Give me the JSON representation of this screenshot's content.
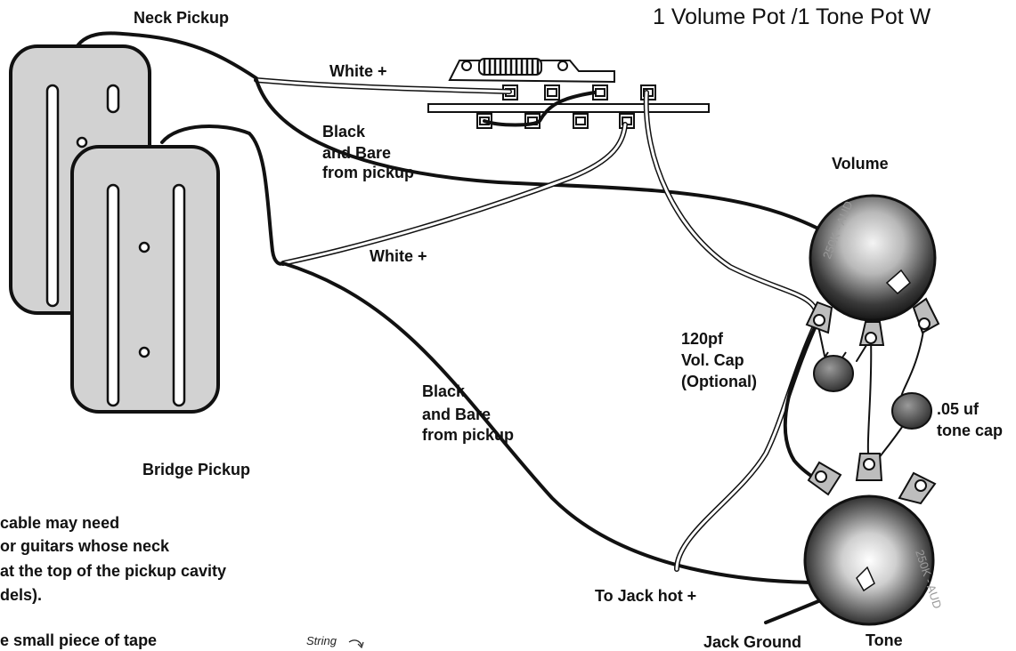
{
  "title": "1 Volume Pot  /1 Tone Pot W",
  "pickups": {
    "neck_label": "Neck Pickup",
    "bridge_label": "Bridge Pickup"
  },
  "wires": {
    "white_neck": "White +",
    "white_bridge": "White +",
    "black_bare_top": [
      "Black",
      "and Bare",
      "from pickup"
    ],
    "black_bare_bottom": [
      "Black",
      "and Bare",
      "from pickup"
    ]
  },
  "pots": {
    "volume_label": "Volume",
    "tone_label": "Tone",
    "volume_marking": "250K - AUD",
    "tone_marking": "250K - AUD"
  },
  "caps": {
    "vol_cap": [
      "120pf",
      "Vol. Cap",
      "(Optional)"
    ],
    "tone_cap": [
      ".05 uf",
      "tone cap"
    ]
  },
  "jack": {
    "hot_label": "To Jack hot +",
    "ground_label": "Jack Ground"
  },
  "notes": {
    "lines": [
      "cable may need",
      "or guitars whose neck",
      "at the top of the pickup cavity",
      "dels).",
      "e small piece of tape"
    ],
    "string_label": "String"
  },
  "colors": {
    "pickup_fill": "#d2d2d2",
    "outline": "#111111",
    "pot_dark": "#1a1a1a",
    "pot_light": "#d8d8d8"
  }
}
